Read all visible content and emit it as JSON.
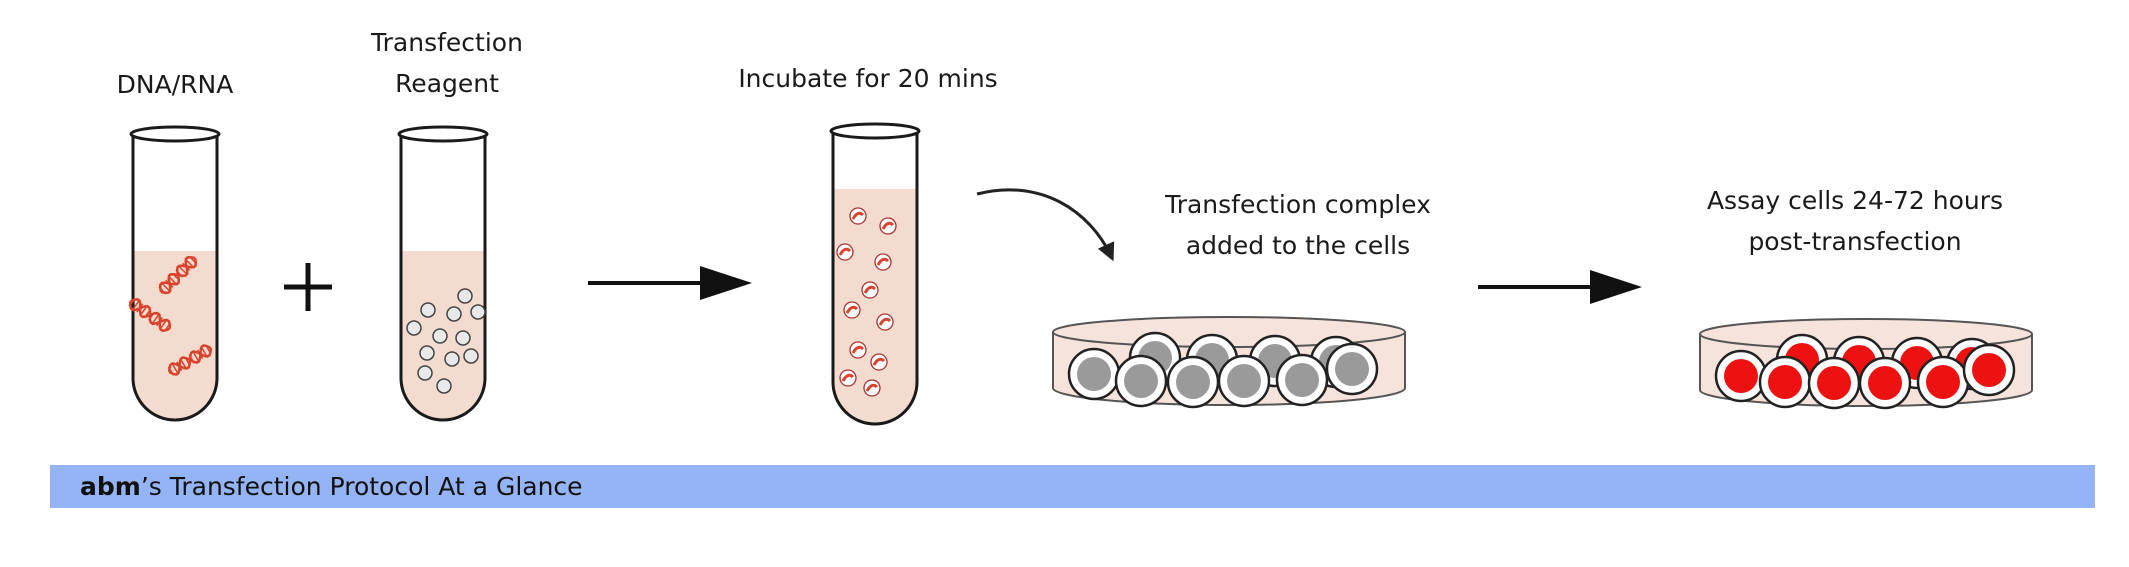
{
  "labels": {
    "dna_rna": "DNA/RNA",
    "reagent_line1": "Transfection",
    "reagent_line2": "Reagent",
    "incubate": "Incubate for 20 mins",
    "complex_line1": "Transfection complex",
    "complex_line2": "added to the cells",
    "assay_line1": "Assay cells 24-72 hours",
    "assay_line2": "post-transfection"
  },
  "operators": {
    "plus": "+"
  },
  "banner": {
    "brand": "abm",
    "text": "’s Transfection Protocol At a Glance"
  },
  "colors": {
    "liquid": "#f3dccf",
    "dna": "#d9432c",
    "bead": "#e9e9e9",
    "cell_untransfected": "#9a9a9a",
    "cell_transfected": "#ee1111",
    "dish_fill": "#f6e4dc",
    "banner": "#95b4f5"
  }
}
